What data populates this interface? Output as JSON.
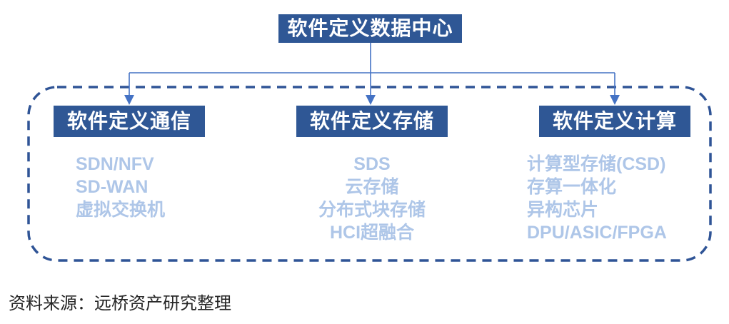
{
  "colors": {
    "node-fill": "#2F5795",
    "node-text": "#FFFFFF",
    "connector": "#4472C4",
    "item-text": "#AEC6E8",
    "dash-border": "#2F5496",
    "source-text": "#262626",
    "canvas-bg": "#FFFFFF"
  },
  "root": {
    "label": "软件定义数据中心"
  },
  "columns": [
    {
      "header": "软件定义通信",
      "items": [
        "SDN/NFV",
        "SD-WAN",
        "虚拟交换机"
      ]
    },
    {
      "header": "软件定义存储",
      "items": [
        "SDS",
        "云存储",
        "分布式块存储",
        "HCI超融合"
      ]
    },
    {
      "header": "软件定义计算",
      "items": [
        "计算型存储(CSD)",
        "存算一体化",
        "异构芯片",
        "DPU/ASIC/FPGA"
      ]
    }
  ],
  "source": {
    "label": "资料来源：远桥资产研究整理"
  }
}
